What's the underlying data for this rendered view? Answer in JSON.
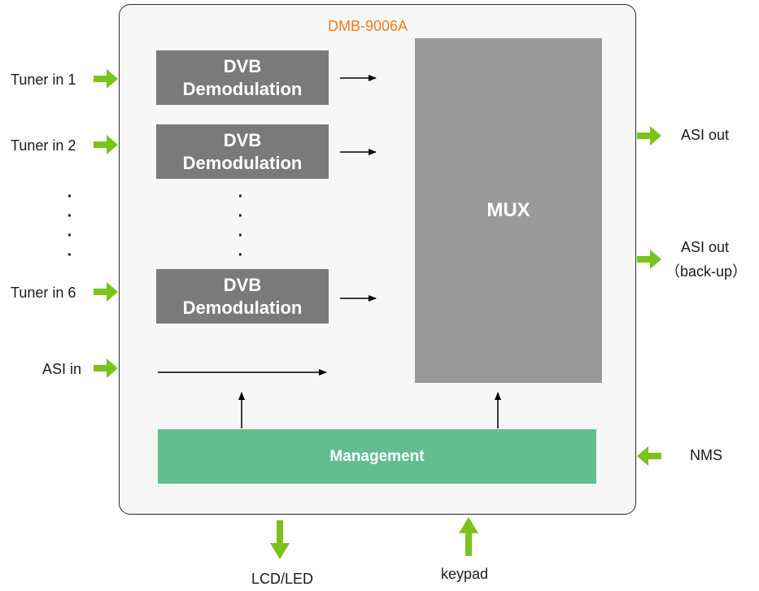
{
  "device": {
    "title": "DMB-9006A",
    "title_color": "#f07d1a"
  },
  "inputs": [
    {
      "label": "Tuner in 1"
    },
    {
      "label": "Tuner in 2"
    },
    {
      "label": "Tuner in 6"
    },
    {
      "label": "ASI in"
    }
  ],
  "demodulators": [
    {
      "line1": "DVB",
      "line2": "Demodulation"
    },
    {
      "line1": "DVB",
      "line2": "Demodulation"
    },
    {
      "line1": "DVB",
      "line2": "Demodulation"
    }
  ],
  "mux": {
    "label": "MUX"
  },
  "management": {
    "label": "Management"
  },
  "outputs": [
    {
      "label": "ASI out"
    },
    {
      "label_line1": "ASI out",
      "label_line2": "（back-up）"
    }
  ],
  "nms": {
    "label": "NMS"
  },
  "bottom": {
    "lcd_label": "LCD/LED",
    "keypad_label": "keypad"
  },
  "colors": {
    "arrow_green": "#7cc21c",
    "demod_gray": "#7a7a7a",
    "mux_gray": "#999999",
    "management_green": "#63bd91"
  },
  "icons": {
    "input_arrow": "green-arrow-right-icon",
    "output_arrow": "green-arrow-right-icon",
    "nms_arrow": "green-arrow-left-icon",
    "lcd_arrow": "green-arrow-down-icon",
    "keypad_arrow": "green-arrow-up-icon"
  }
}
